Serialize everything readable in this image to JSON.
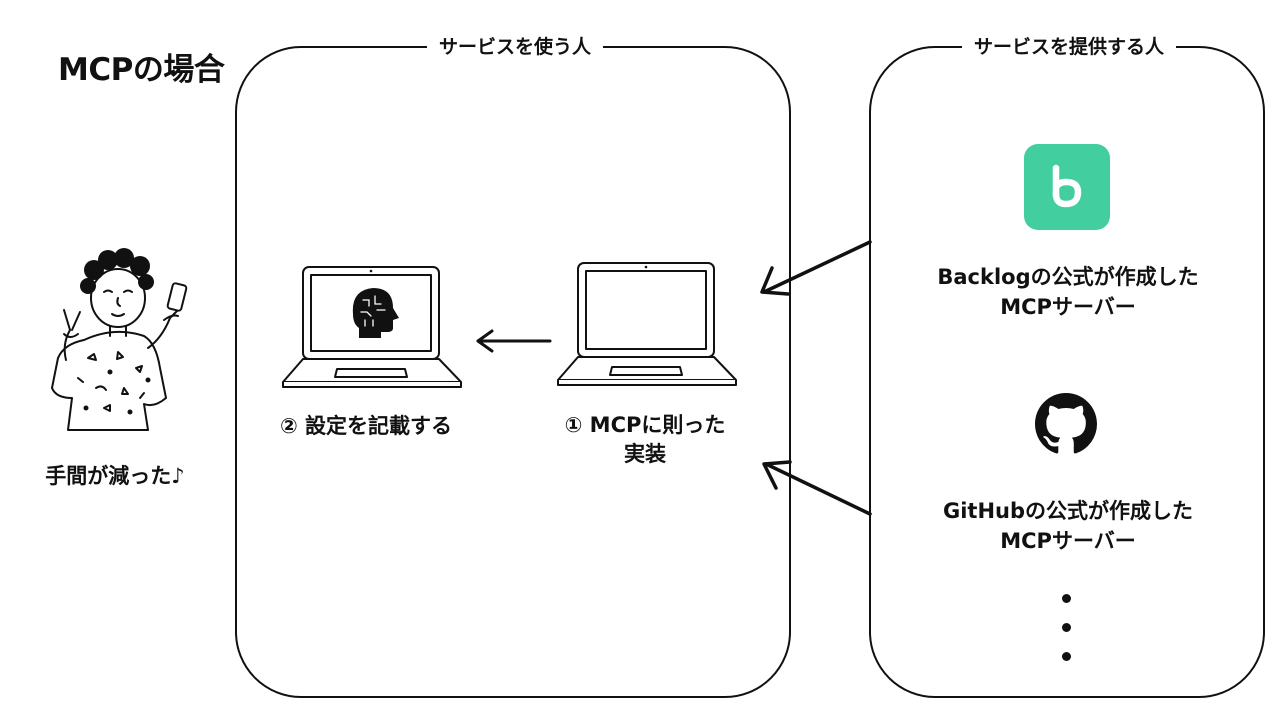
{
  "page": {
    "title": "MCPの場合"
  },
  "user": {
    "caption": "手間が減った♪"
  },
  "panels": {
    "service_user": {
      "title": "サービスを使う人",
      "step1": {
        "line1": "① MCPに則った",
        "line2": "実装"
      },
      "step2": {
        "label": "② 設定を記載する"
      }
    },
    "service_provider": {
      "title": "サービスを提供する人",
      "items": [
        {
          "name": "Backlog",
          "line1": "Backlogの公式が作成した",
          "line2": "MCPサーバー",
          "icon": "backlog-icon",
          "color": "#42CE9F"
        },
        {
          "name": "GitHub",
          "line1": "GitHubの公式が作成した",
          "line2": "MCPサーバー",
          "icon": "github-icon",
          "color": "#111111"
        }
      ]
    }
  }
}
